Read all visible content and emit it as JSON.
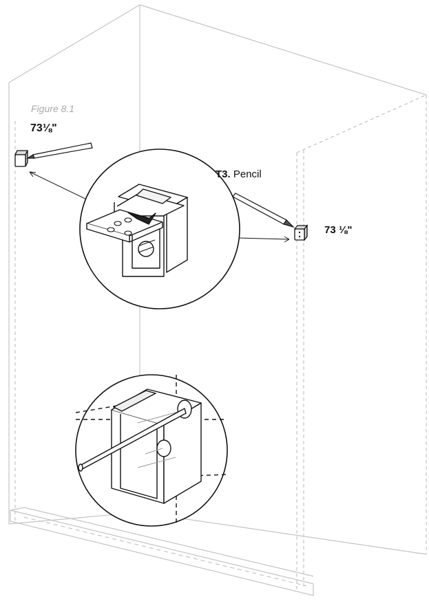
{
  "figure": {
    "caption": "Figure 8.1",
    "measurement_left": "73⅛\"",
    "measurement_right": "73 ⅛\"",
    "tool_code": "T3.",
    "tool_name": "Pencil"
  },
  "colors": {
    "cabinet_line": "#c4c4c4",
    "ink": "#111111",
    "caption": "#a9a9a9",
    "background": "#ffffff"
  },
  "icons": [
    "pencil-icon",
    "marking-jig-icon",
    "arrow-icon"
  ]
}
